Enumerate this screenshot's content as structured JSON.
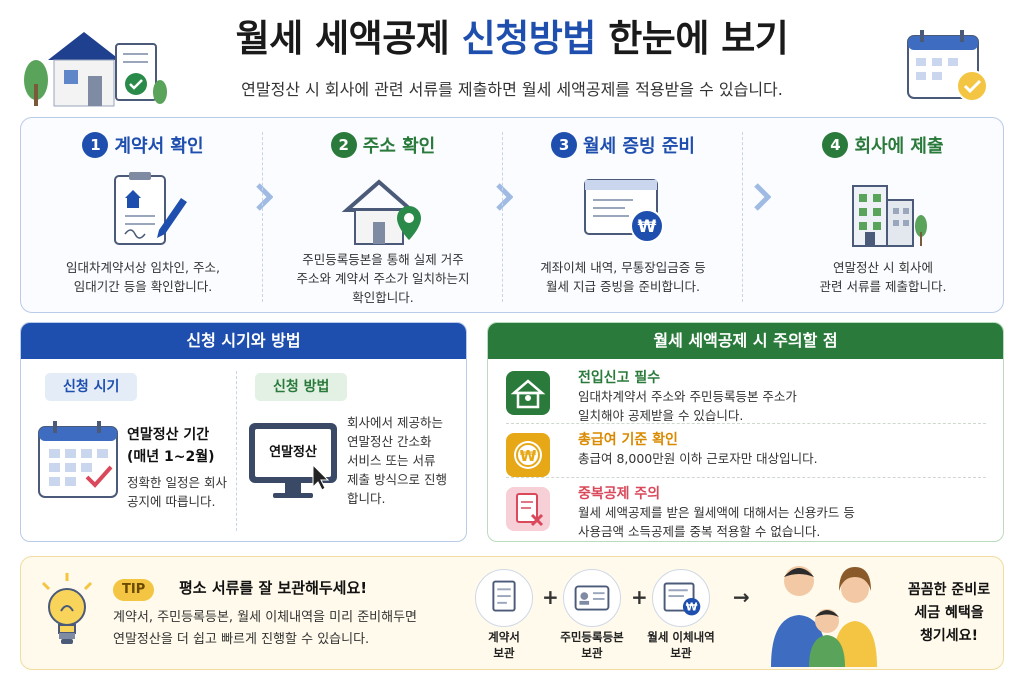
{
  "header": {
    "title_part1": "월세 세액공제",
    "title_accent": "신청방법",
    "title_part2": "한눈에 보기",
    "subtitle": "연말정산 시 회사에 관련 서류를 제출하면 월세 세액공제를 적용받을 수 있습니다."
  },
  "steps": [
    {
      "num": "1",
      "title": "계약서 확인",
      "desc_lines": [
        "임대차계약서상 임차인, 주소,",
        "임대기간 등을 확인합니다."
      ],
      "icon": "contract-icon"
    },
    {
      "num": "2",
      "title": "주소 확인",
      "desc_lines": [
        "주민등록등본을 통해 실제 거주",
        "주소와 계약서 주소가 일치하는지",
        "확인합니다."
      ],
      "icon": "house-location-icon"
    },
    {
      "num": "3",
      "title": "월세 증빙 준비",
      "desc_lines": [
        "계좌이체 내역, 무통장입금증 등",
        "월세 지급 증빙을 준비합니다."
      ],
      "icon": "receipt-won-icon"
    },
    {
      "num": "4",
      "title": "회사에 제출",
      "desc_lines": [
        "연말정산 시 회사에",
        "관련 서류를 제출합니다."
      ],
      "icon": "office-building-icon"
    }
  ],
  "timing": {
    "header": "신청 시기와 방법",
    "when_pill": "신청 시기",
    "when_title_1": "연말정산 기간",
    "when_title_2": "(매년 1~2월)",
    "when_desc_1": "정확한 일정은 회사",
    "when_desc_2": "공지에 따릅니다.",
    "how_pill": "신청 방법",
    "how_screen_label": "연말정산",
    "how_desc_lines": [
      "회사에서 제공하는",
      "연말정산 간소화",
      "서비스 또는 서류",
      "제출 방식으로 진행",
      "합니다."
    ]
  },
  "cautions": {
    "header": "월세 세액공제 시 주의할 점",
    "items": [
      {
        "title": "전입신고 필수",
        "desc_lines": [
          "임대차계약서 주소와 주민등록등본 주소가",
          "일치해야 공제받을 수 있습니다."
        ],
        "color": "#2a7a3b"
      },
      {
        "title": "총급여 기준 확인",
        "desc_lines": [
          "총급여 8,000만원 이하 근로자만 대상입니다."
        ],
        "color": "#e6a817"
      },
      {
        "title": "중복공제 주의",
        "desc_lines": [
          "월세 세액공제를 받은 월세액에 대해서는 신용카드 등",
          "사용금액 소득공제를 중복 적용할 수 없습니다."
        ],
        "color": "#d9485b"
      }
    ]
  },
  "tip": {
    "badge": "TIP",
    "title": "평소 서류를 잘 보관해두세요!",
    "desc_1": "계약서, 주민등록등본, 월세 이체내역을 미리 준비해두면",
    "desc_2": "연말정산을 더 쉽고 빠르게 진행할 수 있습니다.",
    "docs": [
      {
        "label_1": "계약서",
        "label_2": "보관"
      },
      {
        "label_1": "주민등록등본",
        "label_2": "보관"
      },
      {
        "label_1": "월세 이체내역",
        "label_2": "보관"
      }
    ],
    "plus": "+",
    "arrow": "→",
    "end_lines": [
      "꼼꼼한 준비로",
      "세금 혜택을",
      "챙기세요!"
    ]
  },
  "colors": {
    "blue": "#1f4fae",
    "green": "#2a7a3b",
    "yellow": "#f4c542",
    "red": "#d9485b"
  }
}
